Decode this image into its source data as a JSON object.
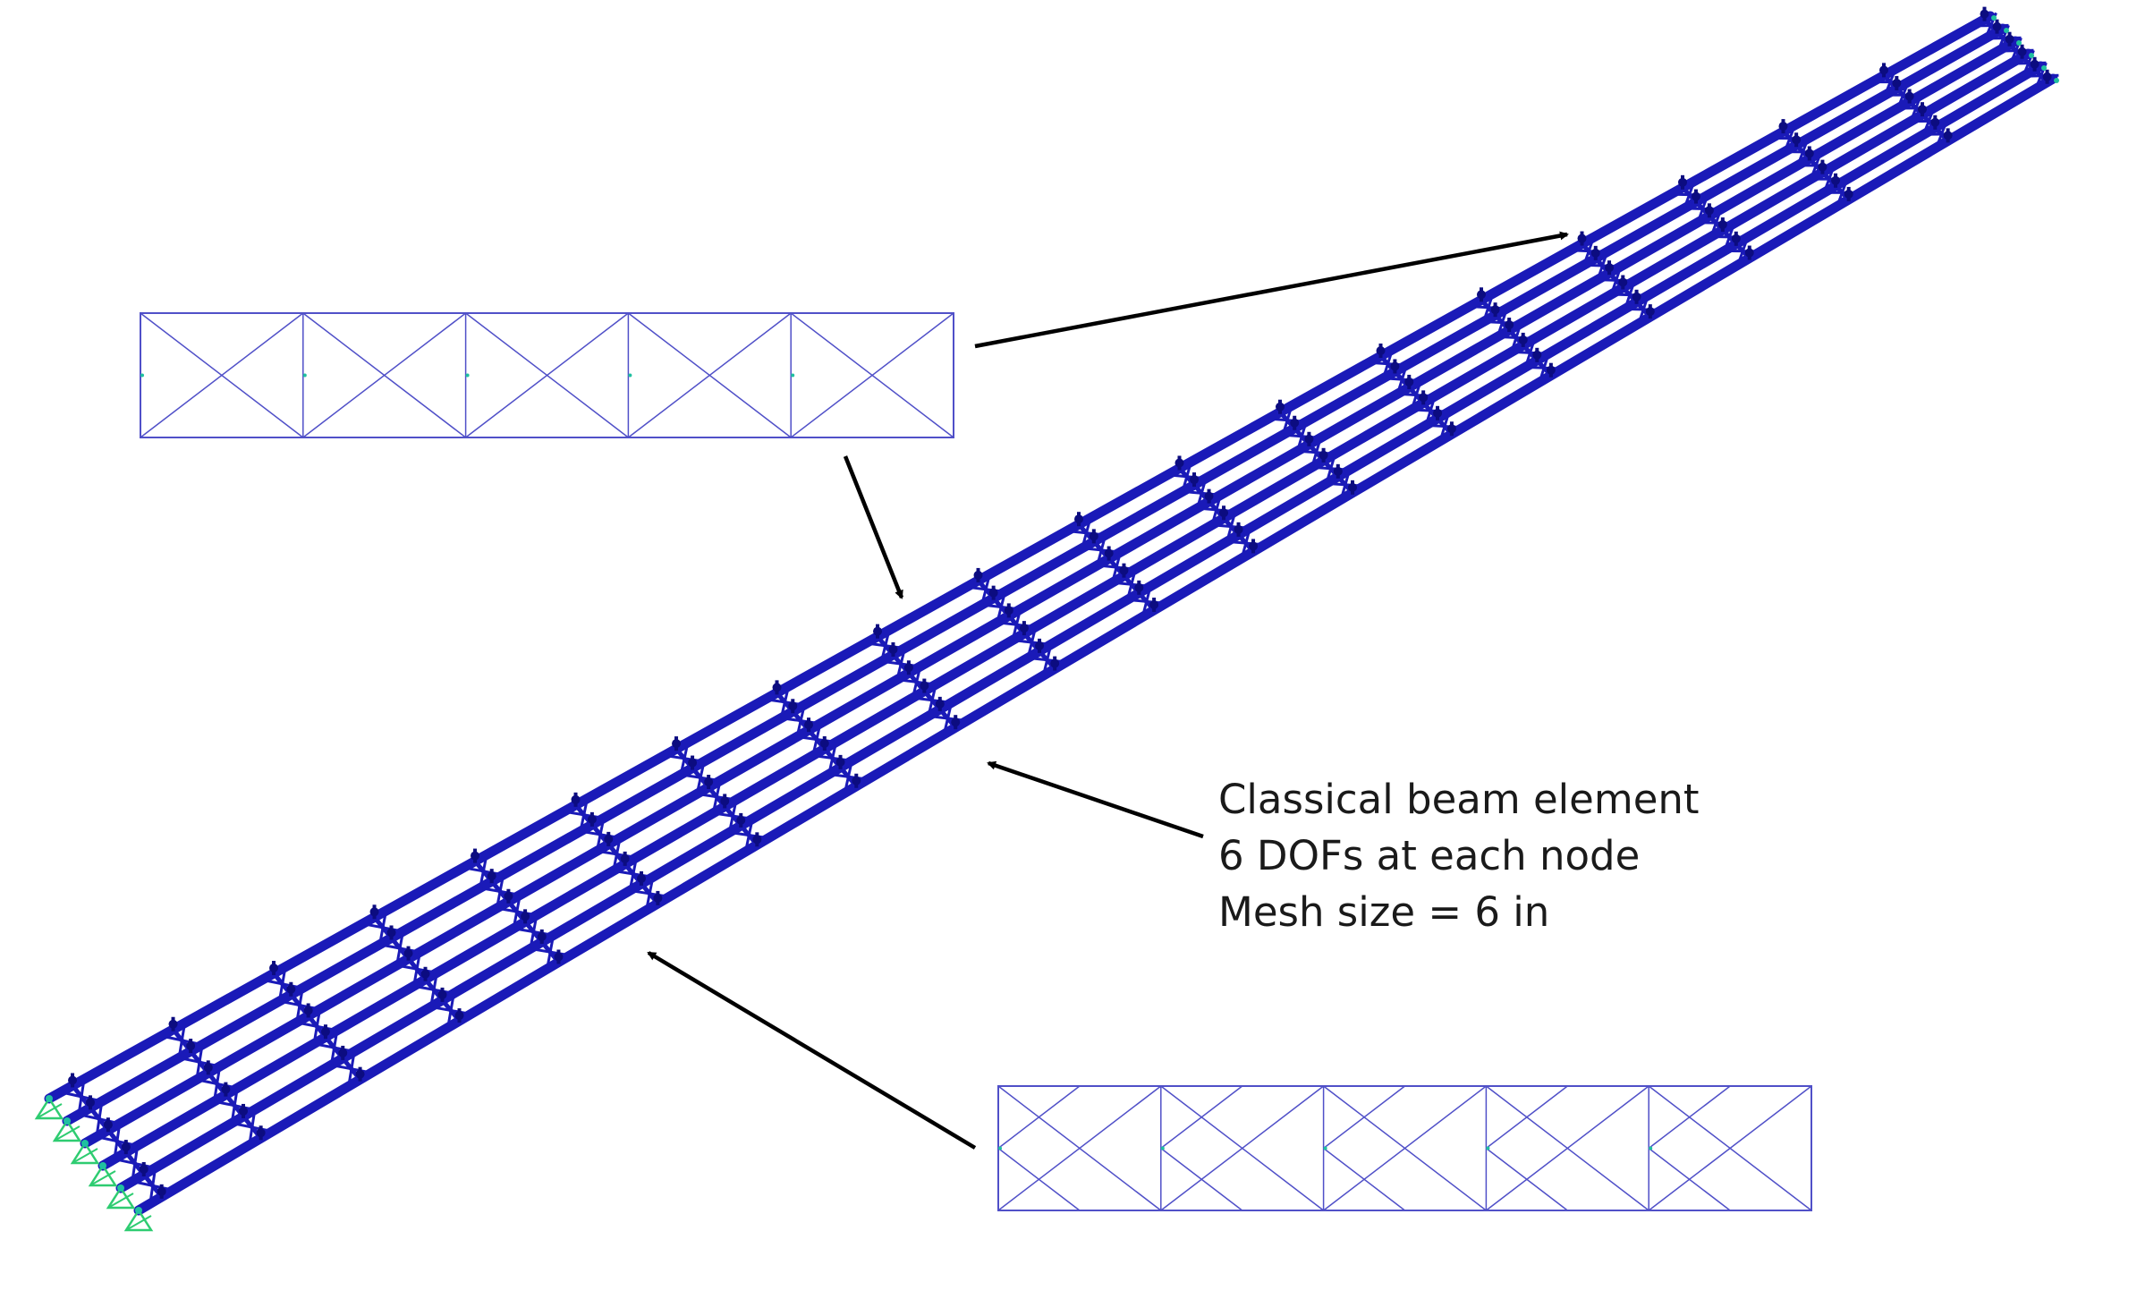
{
  "annotation": {
    "line1": "Classical beam element",
    "line2": "6 DOFs at each node",
    "line3": "Mesh size = 6 in"
  },
  "model": {
    "girder_count": 6,
    "diaphragm_row_count": 20,
    "girder_color": "#1a1ab8",
    "girder_edge_color": "#0c0c80",
    "support_color": "#2ecc71",
    "support_node_color": "#20c0a0"
  },
  "detail_panels": [
    {
      "name": "x-brace-detail",
      "bays": 5,
      "pattern": "x",
      "line_color": "#5050c8"
    },
    {
      "name": "v-brace-detail",
      "bays": 5,
      "pattern": "v",
      "line_color": "#5050c8"
    }
  ],
  "leader_arrow_color": "#000000"
}
